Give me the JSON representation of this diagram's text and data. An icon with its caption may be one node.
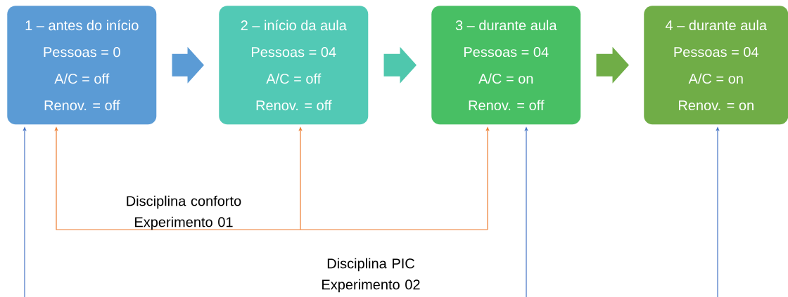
{
  "diagram": {
    "nodes": [
      {
        "text": [
          "1 – antes do início",
          "Pessoas = 0",
          "A/C = off",
          "Renov. = off"
        ]
      },
      {
        "text": [
          "2 – início da aula",
          "Pessoas = 04",
          "A/C = off",
          "Renov. = off"
        ]
      },
      {
        "text": [
          "3 – durante aula",
          "Pessoas = 04",
          "A/C = on",
          "Renov. = off"
        ]
      },
      {
        "text": [
          "4 – durante aula",
          "Pessoas = 04",
          "A/C = on",
          "Renov. = on"
        ]
      }
    ],
    "edges": [
      {
        "from": 0,
        "to": 1,
        "arrow": "to",
        "style": "thick",
        "color": "#5b9bd5"
      },
      {
        "from": 1,
        "to": 2,
        "arrow": "to",
        "style": "thick",
        "color": "#4fc7ad"
      },
      {
        "from": 2,
        "to": 3,
        "arrow": "to",
        "style": "thick",
        "color": "#70ad47"
      },
      {
        "from": null,
        "to": 0,
        "arrow": "to",
        "color": "#ed7d31"
      },
      {
        "from": null,
        "to": 1,
        "arrow": "to",
        "color": "#ed7d31"
      },
      {
        "from": null,
        "to": 2,
        "arrow": "to",
        "color": "#ed7d31"
      },
      {
        "from": null,
        "to": 0,
        "arrow": "to",
        "color": "#4472c4"
      },
      {
        "from": null,
        "to": 2,
        "arrow": "to",
        "color": "#4472c4"
      },
      {
        "from": null,
        "to": 3,
        "arrow": "to",
        "color": "#4472c4"
      }
    ],
    "labels": [
      "Disciplina conforto Experimento 01",
      "Disciplina PIC Experimento 02"
    ]
  }
}
